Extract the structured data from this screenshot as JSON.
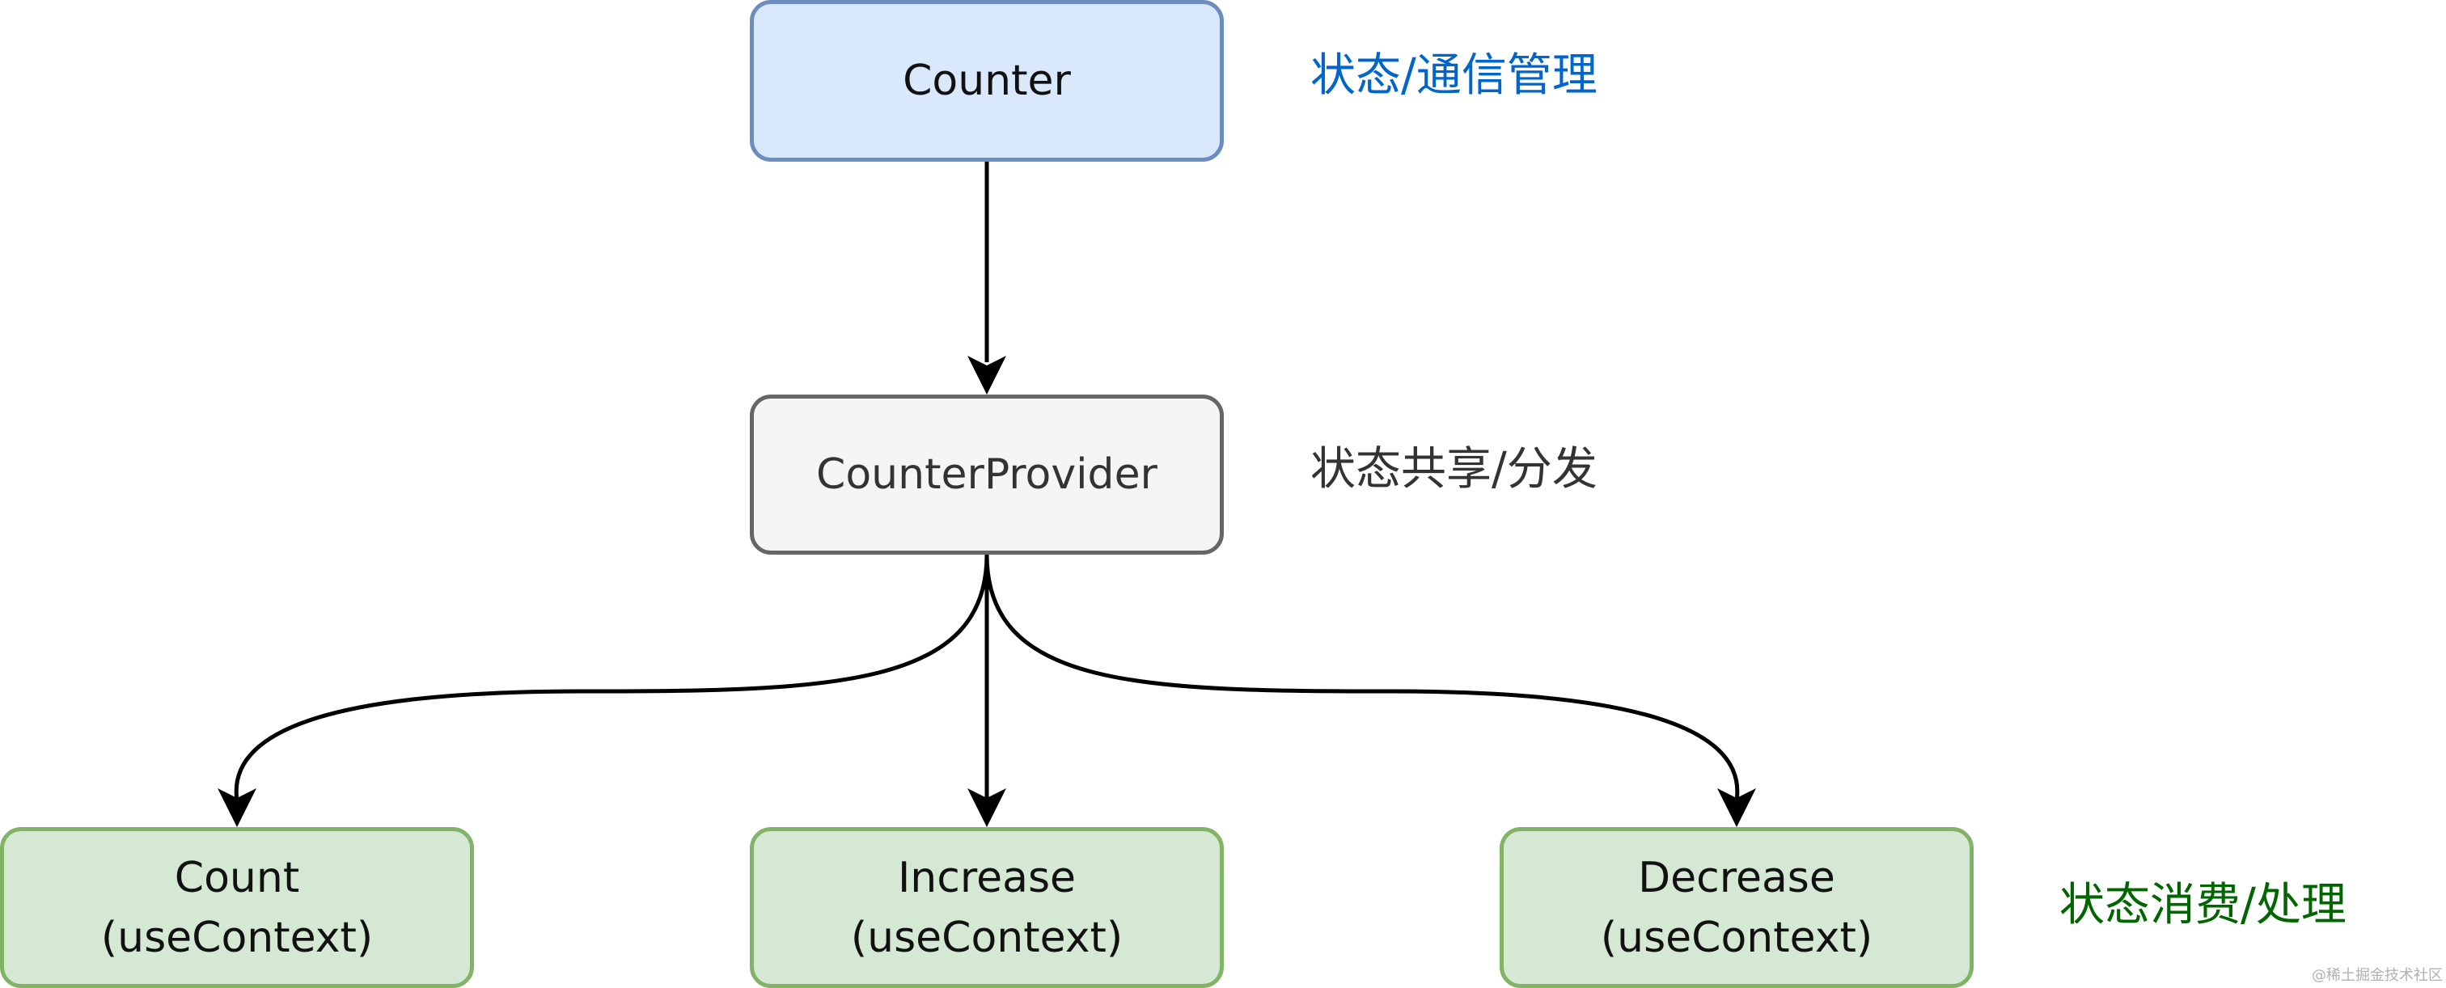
{
  "diagram": {
    "nodes": {
      "counter": {
        "label": "Counter"
      },
      "provider": {
        "label": "CounterProvider"
      },
      "count": {
        "line1": "Count",
        "line2": "(useContext)"
      },
      "increase": {
        "line1": "Increase",
        "line2": "(useContext)"
      },
      "decrease": {
        "line1": "Decrease",
        "line2": "(useContext)"
      }
    },
    "annotations": {
      "top": "状态/通信管理",
      "middle": "状态共享/分发",
      "bottom": "状态消费/处理"
    },
    "edges": [
      {
        "from": "Counter",
        "to": "CounterProvider"
      },
      {
        "from": "CounterProvider",
        "to": "Count"
      },
      {
        "from": "CounterProvider",
        "to": "Increase"
      },
      {
        "from": "CounterProvider",
        "to": "Decrease"
      }
    ],
    "colors": {
      "top_annotation": "#0066cc",
      "middle_annotation": "#333333",
      "bottom_annotation": "#006600",
      "counter_fill": "#dae8fc",
      "provider_fill": "#f5f5f5",
      "consumer_fill": "#d5e8d4"
    }
  },
  "watermark": "@稀土掘金技术社区"
}
